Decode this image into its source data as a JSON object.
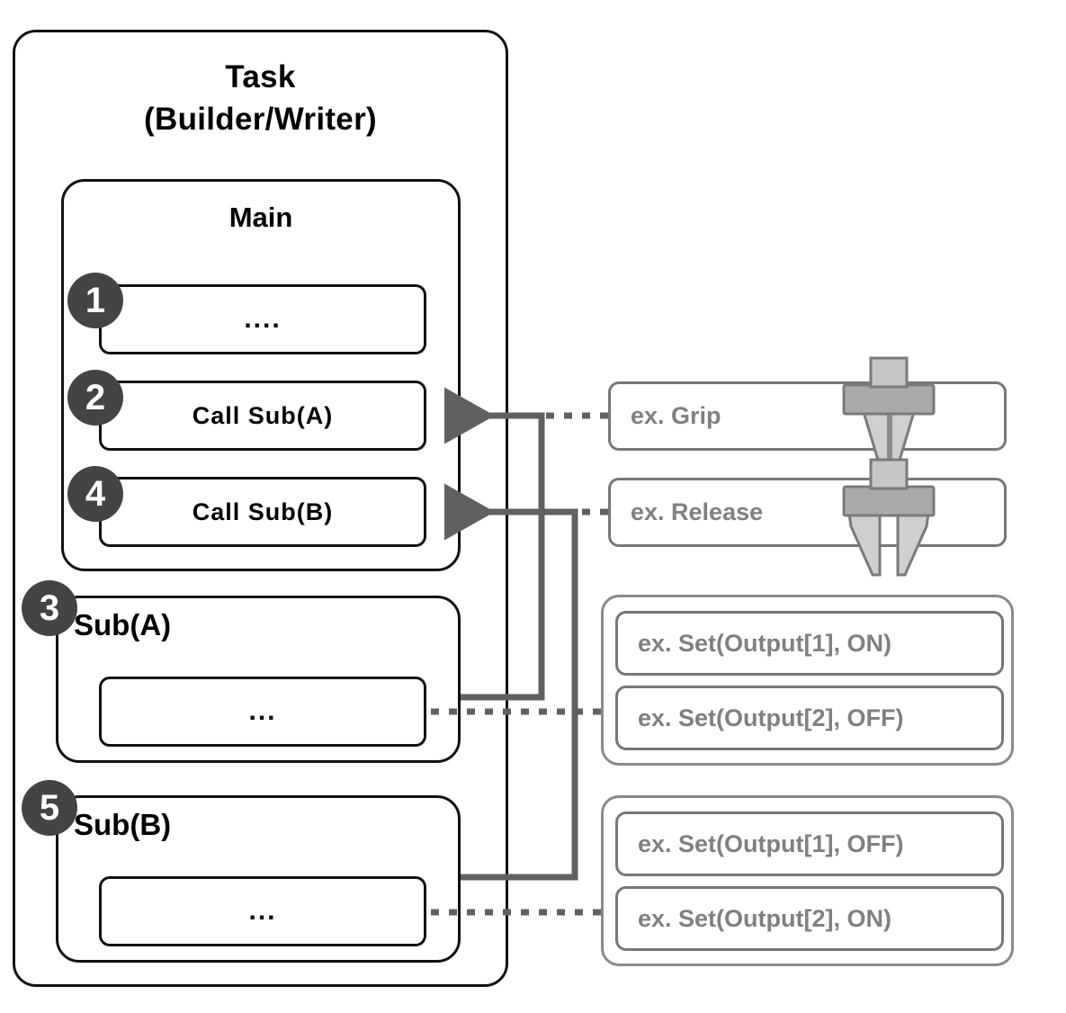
{
  "diagram": {
    "title_line1": "Task",
    "title_line2": "(Builder/Writer)",
    "main_label": "Main",
    "sub_a_label": "Sub(A)",
    "sub_b_label": "Sub(B)",
    "colors": {
      "outline_black": "#111111",
      "outline_gray": "#777777",
      "badge_fill": "#444444",
      "badge_text": "#ffffff",
      "gray_text": "#808080",
      "connector": "#606060",
      "icon_fill": "#a8a8a8",
      "icon_fill_light": "#c8c8c8",
      "icon_stroke": "#7a7a7a"
    },
    "main_steps": [
      {
        "badge": "1",
        "text": "...."
      },
      {
        "badge": "2",
        "text": "Call Sub(A)"
      },
      {
        "badge": "4",
        "text": "Call Sub(B)"
      }
    ],
    "subroutines": [
      {
        "badge": "3",
        "label": "Sub(A)",
        "body": "..."
      },
      {
        "badge": "5",
        "label": "Sub(B)",
        "body": "..."
      }
    ],
    "action_items": [
      {
        "text": "ex. Grip",
        "icon": "gripper-closed-icon"
      },
      {
        "text": "ex. Release",
        "icon": "gripper-open-icon"
      }
    ],
    "output_groups": [
      {
        "items": [
          "ex. Set(Output[1], ON)",
          "ex. Set(Output[2], OFF)"
        ]
      },
      {
        "items": [
          "ex. Set(Output[1], OFF)",
          "ex. Set(Output[2], ON)"
        ]
      }
    ]
  }
}
